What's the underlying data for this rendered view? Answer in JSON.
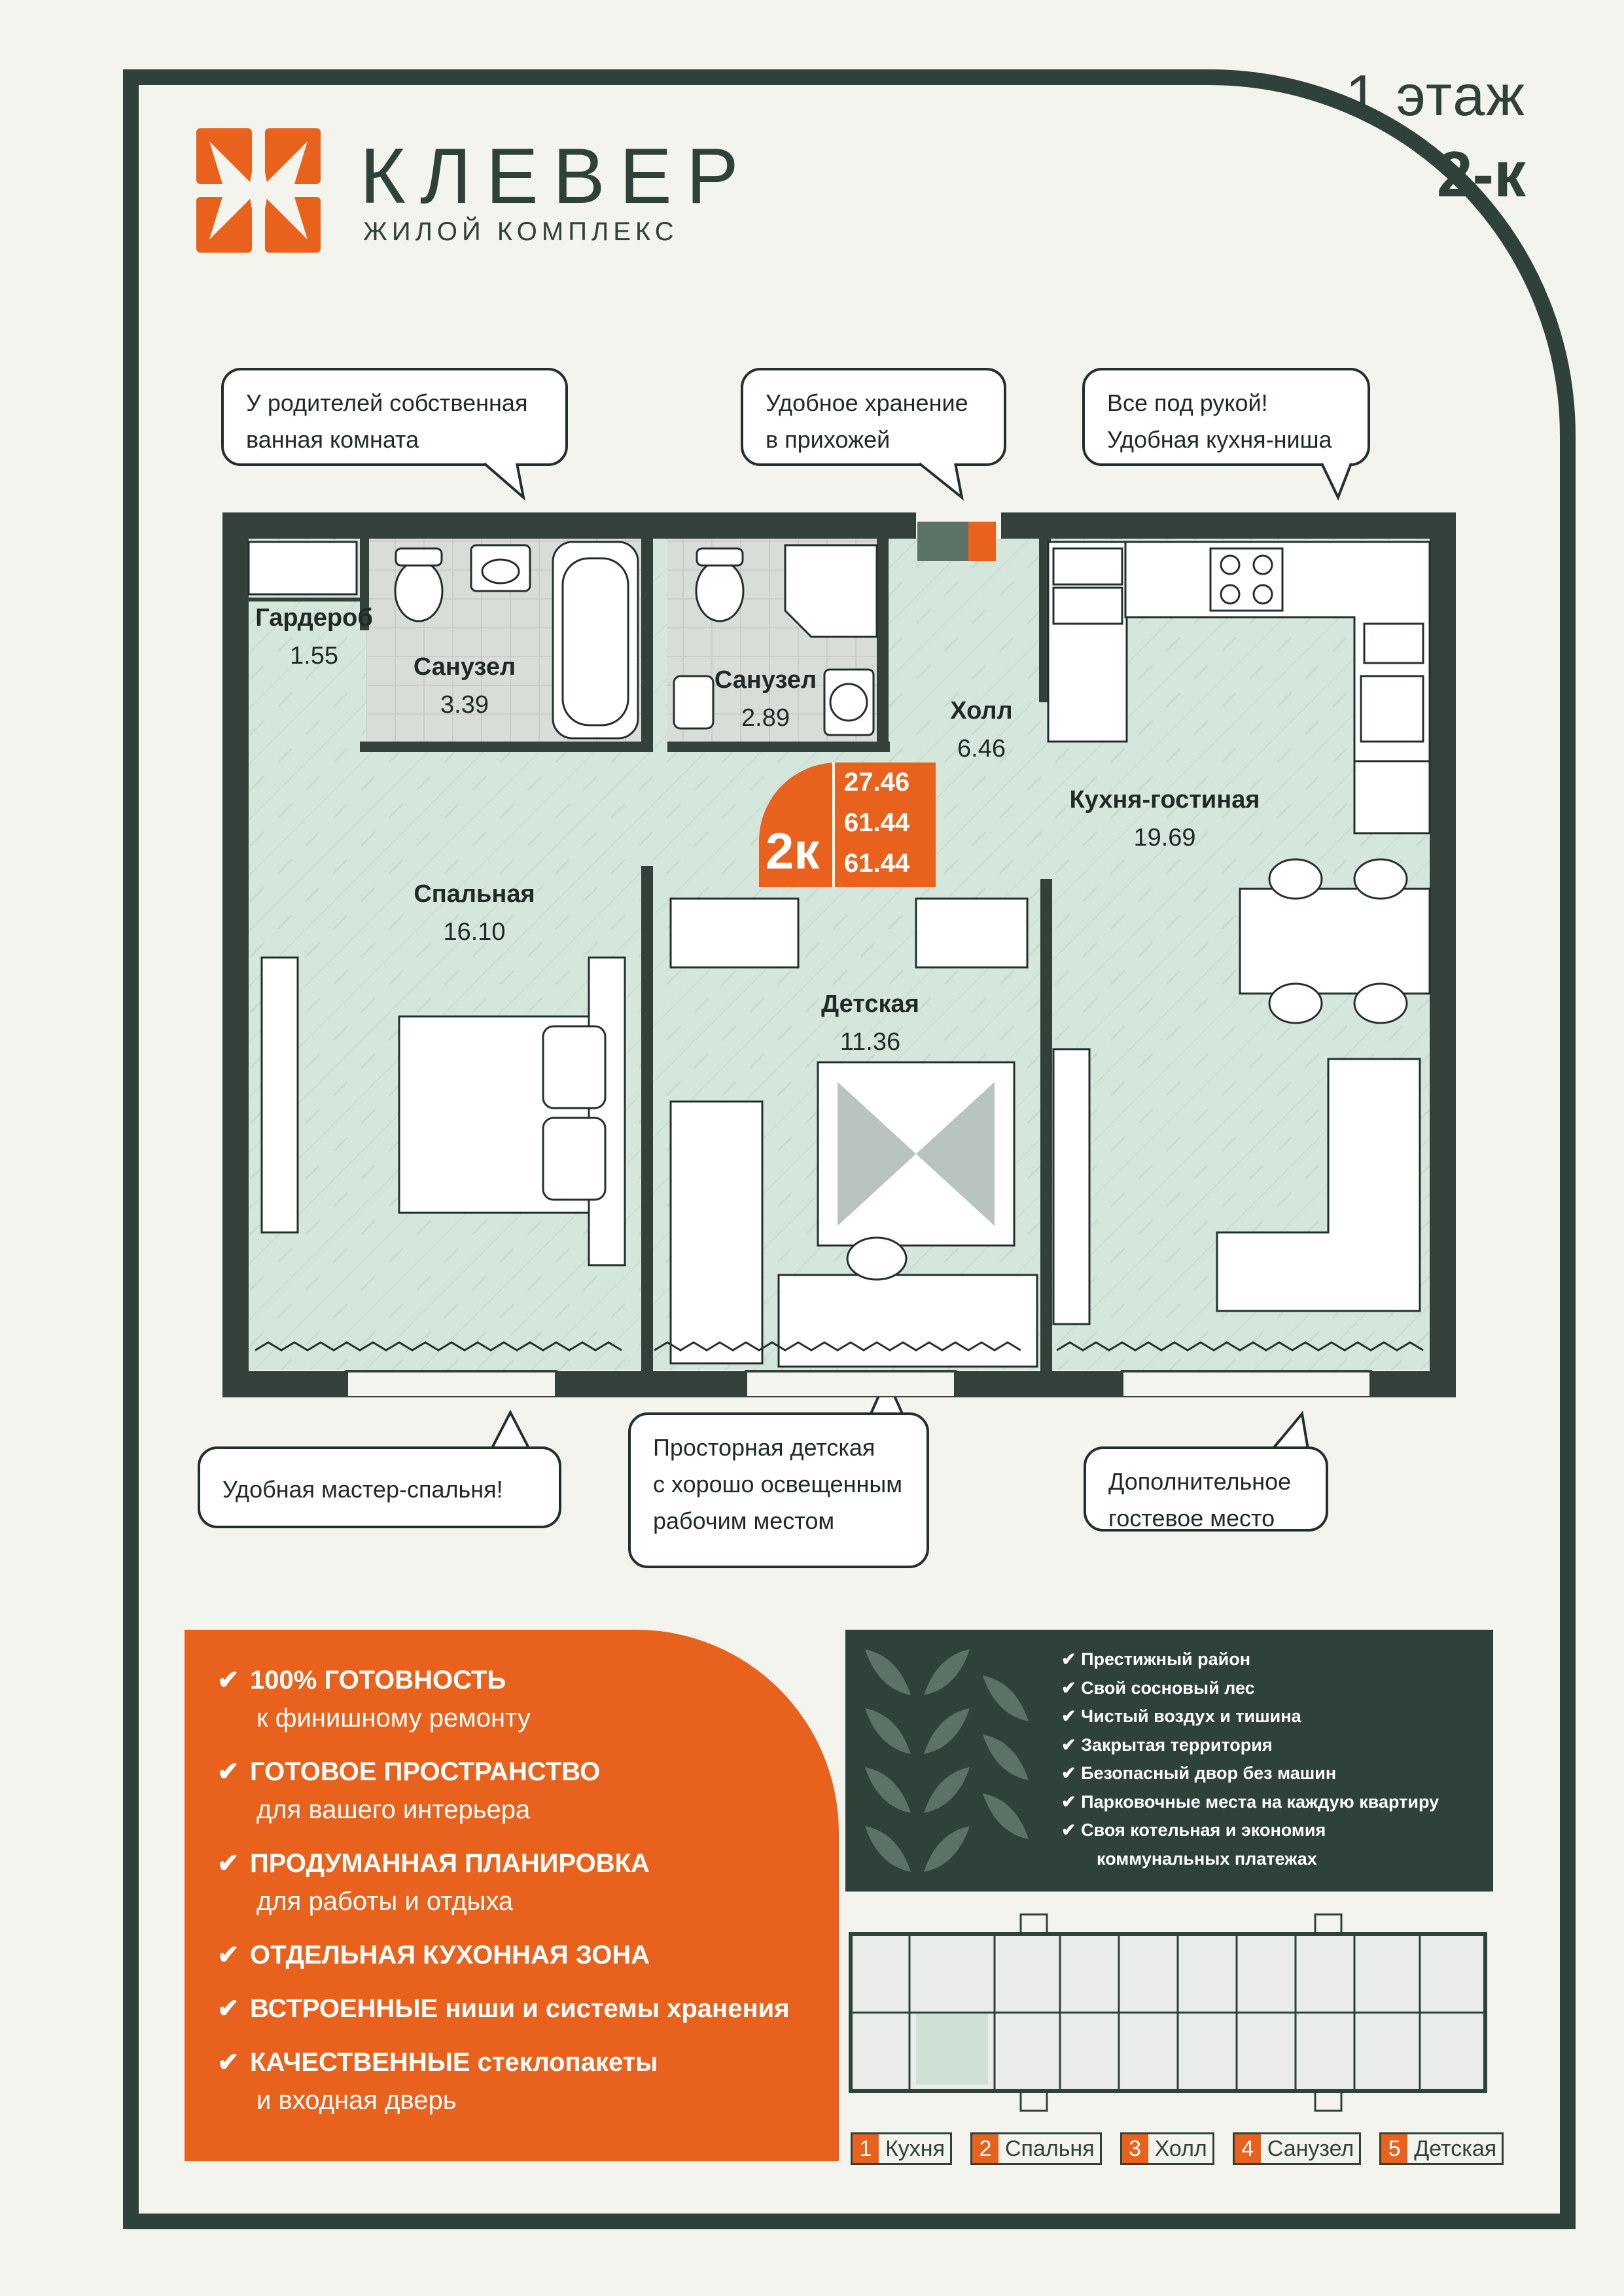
{
  "header": {
    "floor": "1 этаж",
    "rooms": "2-к",
    "brand_name": "КЛЕВЕР",
    "brand_subtitle": "ЖИЛОЙ КОМПЛЕКС"
  },
  "callouts_top": [
    [
      "У родителей собственная",
      "ванная комната"
    ],
    [
      "Удобное хранение",
      "в прихожей"
    ],
    [
      "Все под рукой!",
      "Удобная кухня-ниша"
    ]
  ],
  "callouts_bottom": [
    [
      "Удобная мастер-спальня!"
    ],
    [
      "Просторная детская",
      "с хорошо освещенным",
      "рабочим местом"
    ],
    [
      "Дополнительное",
      "гостевое место"
    ]
  ],
  "rooms": {
    "wardrobe": {
      "name": "Гардероб",
      "area": "1.55"
    },
    "bath1": {
      "name": "Санузел",
      "area": "3.39"
    },
    "bath2": {
      "name": "Санузел",
      "area": "2.89"
    },
    "hall": {
      "name": "Холл",
      "area": "6.46"
    },
    "kitchen": {
      "name": "Кухня-гостиная",
      "area": "19.69"
    },
    "bedroom": {
      "name": "Спальная",
      "area": "16.10"
    },
    "kids": {
      "name": "Детская",
      "area": "11.36"
    }
  },
  "badge": {
    "type": "2к",
    "living": "27.46",
    "total": "61.44",
    "total2": "61.44"
  },
  "features": [
    {
      "title": "100% ГОТОВНОСТЬ",
      "sub": "к финишному ремонту"
    },
    {
      "title": "ГОТОВОЕ ПРОСТРАНСТВО",
      "sub": "для вашего интерьера"
    },
    {
      "title": "ПРОДУМАННАЯ ПЛАНИРОВКА",
      "sub": "для работы и отдыха"
    },
    {
      "title": "ОТДЕЛЬНАЯ КУХОННАЯ ЗОНА",
      "sub": ""
    },
    {
      "title": "ВСТРОЕННЫЕ",
      "rest": " ниши и системы хранения",
      "sub": ""
    },
    {
      "title": "КАЧЕСТВЕННЫЕ",
      "rest": " стеклопакеты",
      "sub": "и входная дверь"
    }
  ],
  "benefits": [
    "Престижный район",
    "Свой сосновый лес",
    "Чистый воздух и тишина",
    "Закрытая территория",
    "Безопасный двор без машин",
    "Парковочные места на каждую квартиру",
    "Своя котельная и экономия",
    "коммунальных платежах"
  ],
  "legend": [
    {
      "num": "1",
      "label": "Кухня"
    },
    {
      "num": "2",
      "label": "Спальня"
    },
    {
      "num": "3",
      "label": "Холл"
    },
    {
      "num": "4",
      "label": "Санузел"
    },
    {
      "num": "5",
      "label": "Детская"
    }
  ],
  "colors": {
    "accent": "#e8621d",
    "dark_green": "#2f4239",
    "plan_floor": "#d5e6dc",
    "bath_floor": "#d9ddd8"
  }
}
